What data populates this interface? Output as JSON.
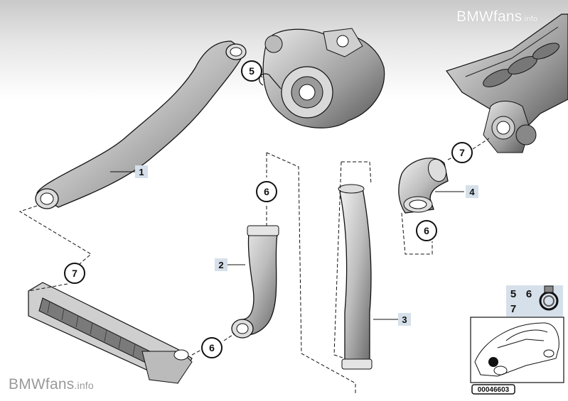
{
  "watermark": {
    "top_brand": "BMWfans",
    "top_suffix": ".info",
    "bottom_brand": "BMWfans",
    "bottom_suffix": ".info"
  },
  "part_labels": [
    {
      "id": "label-1",
      "text": "1"
    },
    {
      "id": "label-2",
      "text": "2"
    },
    {
      "id": "label-3",
      "text": "3"
    },
    {
      "id": "label-4",
      "text": "4"
    }
  ],
  "callouts": [
    {
      "id": "callout-5",
      "text": "5"
    },
    {
      "id": "callout-6a",
      "text": "6"
    },
    {
      "id": "callout-6b",
      "text": "6"
    },
    {
      "id": "callout-6c",
      "text": "6"
    },
    {
      "id": "callout-7a",
      "text": "7"
    },
    {
      "id": "callout-7b",
      "text": "7"
    }
  ],
  "legend": {
    "items": [
      "5",
      "6",
      "7"
    ]
  },
  "diagram_code": "00046603",
  "colors": {
    "line": "#111111",
    "label_bg": "#d6e0ea",
    "callout_fill": "#ffffff"
  }
}
